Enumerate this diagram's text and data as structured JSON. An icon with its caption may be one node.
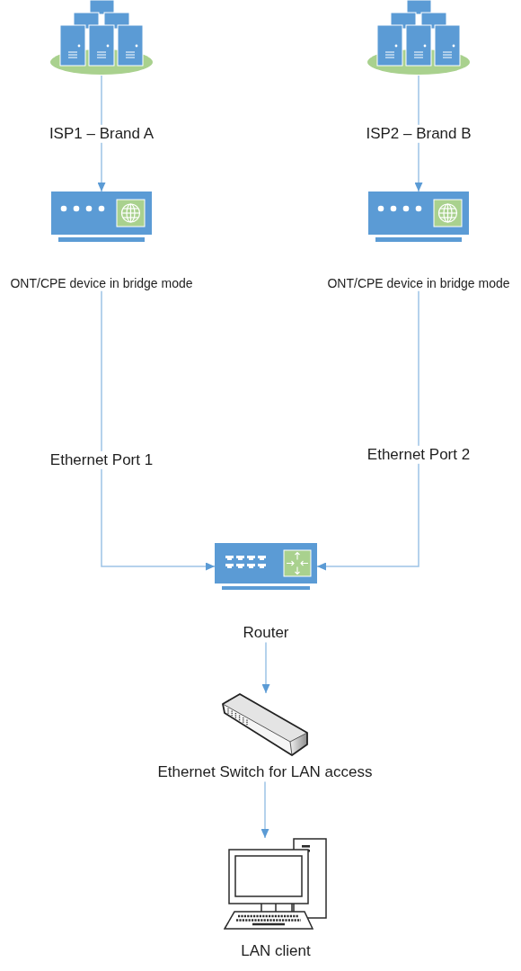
{
  "diagram": {
    "nodes": [
      {
        "text": [],
        "shape": "picture"
      },
      {
        "text": [],
        "shape": "picture"
      },
      {
        "text": [
          "ONT/CPE device in bridge mode"
        ]
      },
      {
        "text": [
          "ONT/CPE device in bridge mode"
        ]
      },
      {
        "text": [
          "Router"
        ]
      },
      {
        "text": [
          "Ethernet Switch for LAN access"
        ]
      },
      {
        "text": [
          "LAN client"
        ]
      }
    ],
    "edges": [
      {
        "from": 0,
        "to": 2,
        "arrow": "to",
        "label": "ISP1 – Brand A"
      },
      {
        "from": 1,
        "to": 3,
        "arrow": "to",
        "label": "ISP2 – Brand B"
      },
      {
        "from": 2,
        "to": 4,
        "arrow": "to",
        "label": "Ethernet Port 1"
      },
      {
        "from": 3,
        "to": 4,
        "arrow": "to",
        "label": "Ethernet Port 2"
      },
      {
        "from": 4,
        "to": 5,
        "arrow": "to"
      },
      {
        "from": 5,
        "to": 6,
        "arrow": "to"
      }
    ]
  }
}
